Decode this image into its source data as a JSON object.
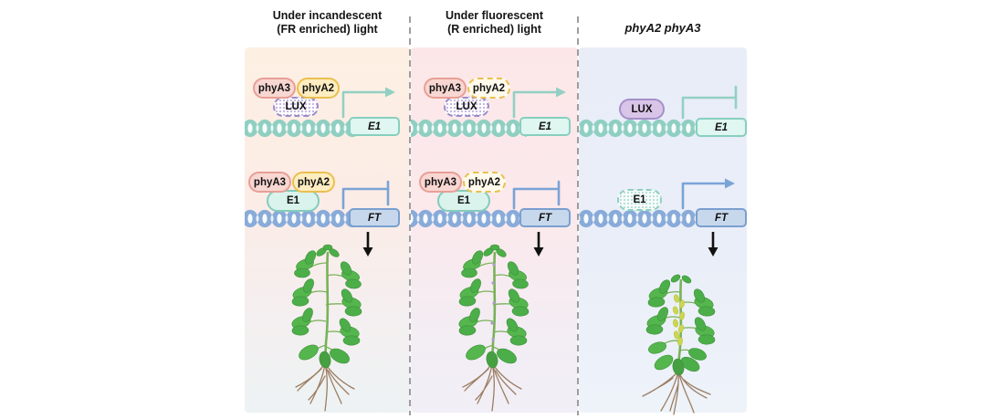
{
  "figure_type": "gene-regulation-diagram",
  "panels": [
    {
      "title_line1": "Under incandescent",
      "title_line2": "(FR enriched) light",
      "e1_row": {
        "phyA3": "phyA3",
        "phyA2": "phyA2",
        "lux": "LUX",
        "gene_label": "E1",
        "regulation": "activation-arrow"
      },
      "ft_row": {
        "phyA3": "phyA3",
        "phyA2": "phyA2",
        "e1_protein": "E1",
        "gene_label": "FT",
        "regulation": "repression-tbar"
      }
    },
    {
      "title_line1": "Under fluorescent",
      "title_line2": "(R enriched) light",
      "e1_row": {
        "phyA3": "phyA3",
        "phyA2": "phyA2",
        "lux": "LUX",
        "gene_label": "E1",
        "regulation": "activation-arrow"
      },
      "ft_row": {
        "phyA3": "phyA3",
        "phyA2": "phyA2",
        "e1_protein": "E1",
        "gene_label": "FT",
        "regulation": "repression-tbar"
      }
    },
    {
      "title": "phyA2 phyA3",
      "e1_row": {
        "lux": "LUX",
        "gene_label": "E1",
        "regulation": "repression-tbar"
      },
      "ft_row": {
        "e1_protein": "E1",
        "gene_label": "FT",
        "regulation": "activation-arrow"
      }
    }
  ],
  "colors": {
    "panel1_bg_top": "#fdf0e3",
    "panel1_bg_bottom": "#edf3f4",
    "panel2_bg_top": "#fce7e8",
    "panel2_bg_bottom": "#f1eef6",
    "panel3_bg": "#e9eef8",
    "phyA3_fill": "#f8d7d2",
    "phyA3_border": "#e79f96",
    "phyA2_fill": "#fdedc0",
    "phyA2_border": "#e9c04f",
    "lux_border": "#9b8cc8",
    "lux_solid_fill": "#d8c5e8",
    "e1_fill": "#dff6f1",
    "e1_border": "#87cfbe",
    "ft_fill": "#c7d8ec",
    "ft_border": "#7aa0cf",
    "dna_teal": "#8fcfc2",
    "dna_blue": "#88abd9",
    "arrow_teal": "#93d0c3",
    "arrow_blue": "#7aa3d6",
    "separator": "#9e9e9e",
    "phenotype_arrow": "#111111",
    "leaf_green": "#4cae49",
    "flower_yellow": "#ccd64f",
    "root_brown": "#9b7e63"
  }
}
